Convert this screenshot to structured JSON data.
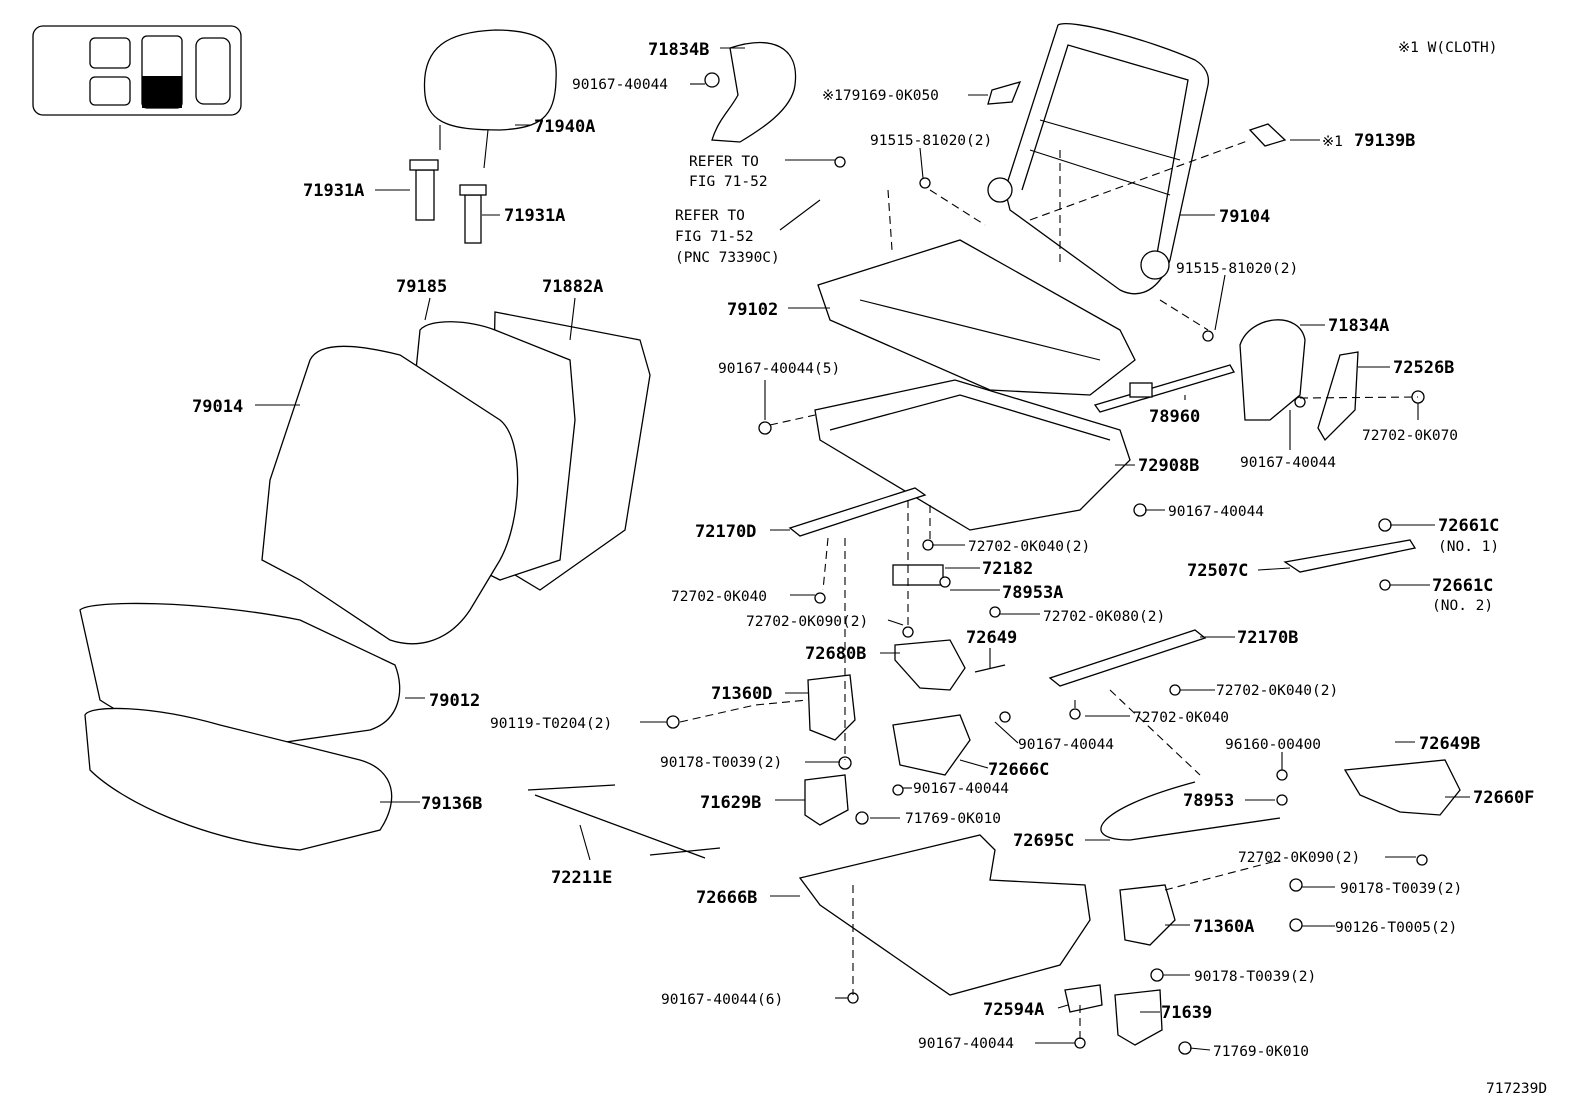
{
  "figure_id": "717239D",
  "note": "※1 W(CLOTH)",
  "callouts": {
    "c71834b": "71834B",
    "c90167_40044_a": "90167-40044",
    "c71940a": "71940A",
    "c71931a_l": "71931A",
    "c71931a_r": "71931A",
    "c179169": "※179169-0K050",
    "c91515_a": "91515-81020(2)",
    "c79139b_mark": "※1",
    "c79139b": "79139B",
    "refer1_a": "REFER TO",
    "refer1_b": "FIG 71-52",
    "refer2_a": "REFER TO",
    "refer2_b": "FIG 71-52",
    "refer2_c": "(PNC 73390C)",
    "c79104": "79104",
    "c91515_b": "91515-81020(2)",
    "c79185": "79185",
    "c71882a": "71882A",
    "c79102": "79102",
    "c71834a": "71834A",
    "c79014": "79014",
    "c90167_5": "90167-40044(5)",
    "c72526b": "72526B",
    "c78960": "78960",
    "c72702_0k070": "72702-0K070",
    "c90167_b": "90167-40044",
    "c72908b": "72908B",
    "c90167_c": "90167-40044",
    "c72170d": "72170D",
    "c72702_0k040_2a": "72702-0K040(2)",
    "c72661c_1": "72661C",
    "c72661c_1n": "(NO. 1)",
    "c72182": "72182",
    "c72507c": "72507C",
    "c72661c_2": "72661C",
    "c72661c_2n": "(NO. 2)",
    "c72702_0k040": "72702-0K040",
    "c78953a": "78953A",
    "c72702_0k080": "72702-0K080(2)",
    "c72702_0k090_a": "72702-0K090(2)",
    "c72170b": "72170B",
    "c72680b": "72680B",
    "c72649": "72649",
    "c71360d": "71360D",
    "c79012": "79012",
    "c72702_0k040_2b": "72702-0K040(2)",
    "c90119": "90119-T0204(2)",
    "c72702_0k040_b": "72702-0K040",
    "c90167_d": "90167-40044",
    "c96160": "96160-00400",
    "c90178_a": "90178-T0039(2)",
    "c72666c": "72666C",
    "c72649b": "72649B",
    "c90167_e": "90167-40044",
    "c79136b": "79136B",
    "c71629b": "71629B",
    "c78953": "78953",
    "c72660f": "72660F",
    "c71769_a": "71769-0K010",
    "c72695c": "72695C",
    "c72702_0k090_b": "72702-0K090(2)",
    "c72211e": "72211E",
    "c90178_b": "90178-T0039(2)",
    "c72666b": "72666B",
    "c71360a": "71360A",
    "c90126": "90126-T0005(2)",
    "c90178_c": "90178-T0039(2)",
    "c90167_6": "90167-40044(6)",
    "c72594a": "72594A",
    "c71639": "71639",
    "c90167_f": "90167-40044",
    "c71769_b": "71769-0K010"
  }
}
